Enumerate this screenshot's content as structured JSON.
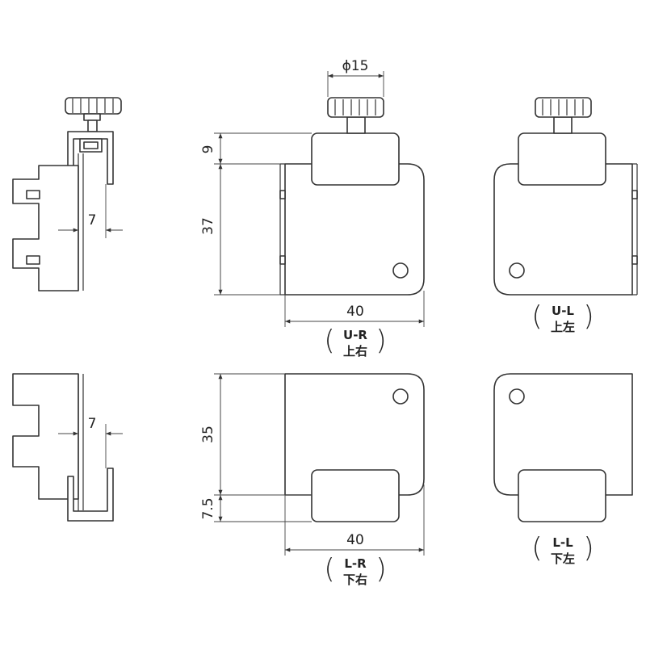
{
  "dimensions": {
    "diameter": "ϕ15",
    "height_9": "9",
    "height_37": "37",
    "height_35": "35",
    "height_7_5": "7.5",
    "width_top": "40",
    "width_bottom": "40",
    "side_top": "7",
    "side_bottom": "7"
  },
  "views": {
    "ur": {
      "code": "U-R",
      "kanji": "上右"
    },
    "ul": {
      "code": "U-L",
      "kanji": "上左"
    },
    "lr": {
      "code": "L-R",
      "kanji": "下右"
    },
    "ll": {
      "code": "L-L",
      "kanji": "下左"
    }
  }
}
